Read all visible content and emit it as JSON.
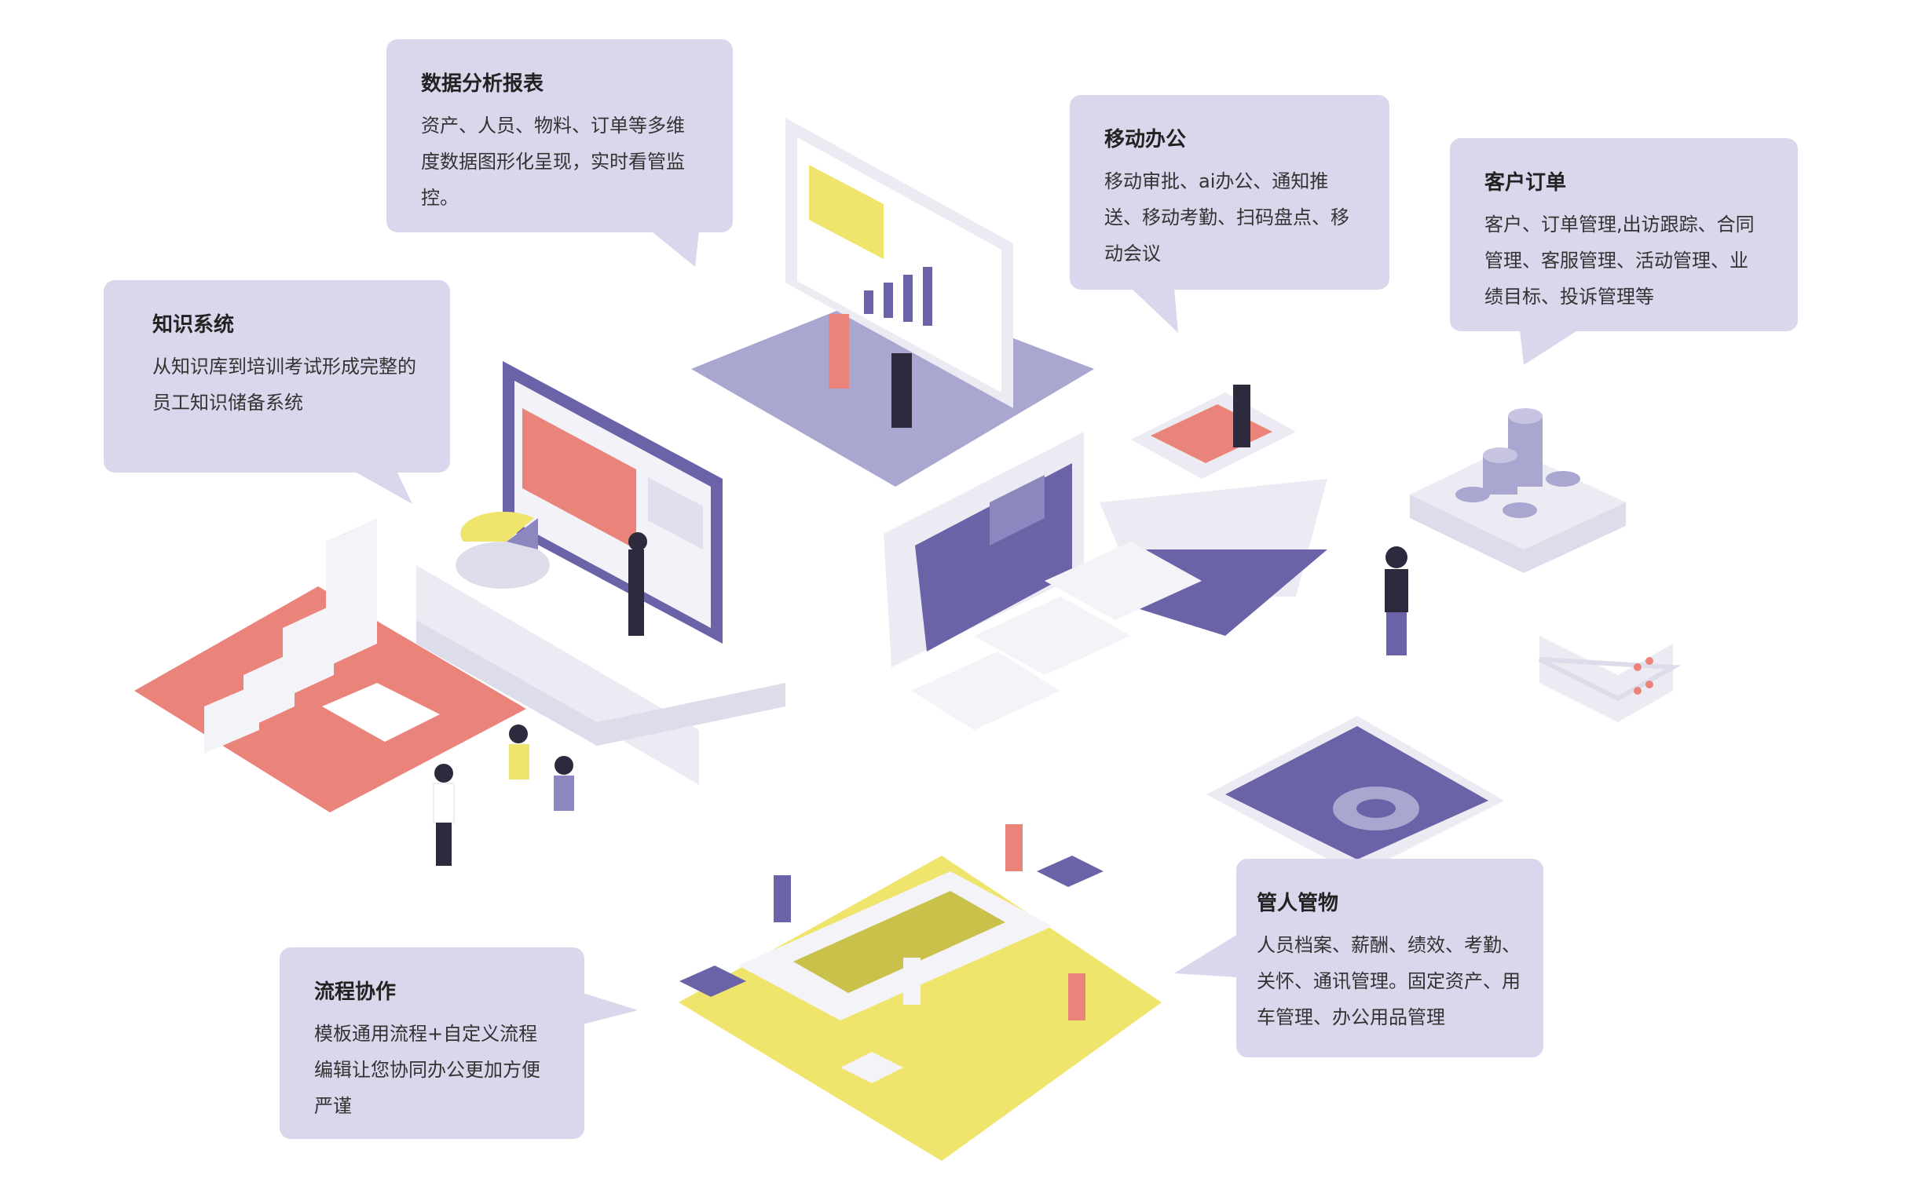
{
  "callouts": {
    "data_report": {
      "title": "数据分析报表",
      "body": "资产、人员、物料、订单等多维度数据图形化呈现，实时看管监控。"
    },
    "knowledge": {
      "title": "知识系统",
      "body": "从知识库到培训考试形成完整的员工知识储备系统"
    },
    "mobile_office": {
      "title": "移动办公",
      "body": "移动审批、ai办公、通知推送、移动考勤、扫码盘点、移动会议"
    },
    "customer_order": {
      "title": "客户订单",
      "body": "客户、订单管理,出访跟踪、合同管理、客服管理、活动管理、业绩目标、投诉管理等"
    },
    "people_assets": {
      "title": "管人管物",
      "body": "人员档案、薪酬、绩效、考勤、关怀、通讯管理。固定资产、用车管理、办公用品管理"
    },
    "workflow": {
      "title": "流程协作",
      "body": "模板通用流程+自定义流程编辑让您协同办公更加方便严谨"
    }
  },
  "colors": {
    "callout_bg": "#d9d7eb",
    "purple": "#6b63a8",
    "lavender": "#a9a6d0",
    "salmon": "#ea847b",
    "yellow": "#efe46c",
    "platform": "#ecebf4"
  }
}
